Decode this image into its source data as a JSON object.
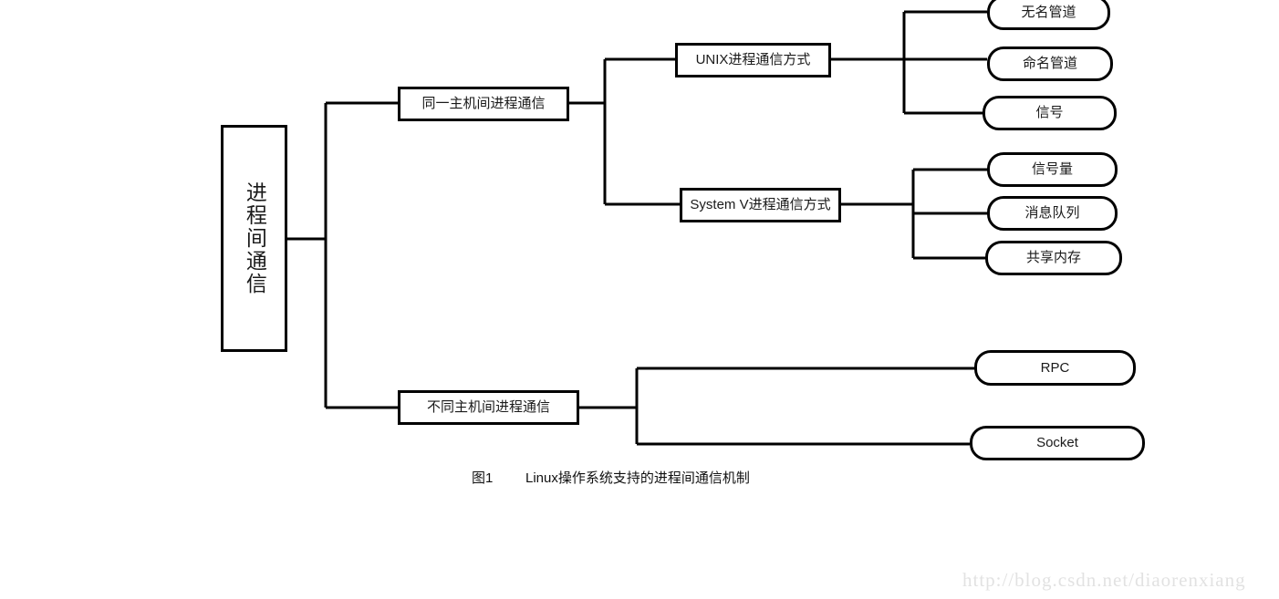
{
  "figure": {
    "caption_label": "图1",
    "caption_text": "Linux操作系统支持的进程间通信机制",
    "watermark": "http://blog.csdn.net/diaorenxiang",
    "line_color": "#000000",
    "text_color": "#1a1a1a",
    "background": "#ffffff",
    "watermark_color": "#e2e2e2"
  },
  "tree": {
    "root": {
      "label": "进程间通信",
      "shape": "rect-vertical-text"
    },
    "level2": [
      {
        "label": "同一主机间进程通信",
        "shape": "rect"
      },
      {
        "label": "不同主机间进程通信",
        "shape": "rect"
      }
    ],
    "level3": [
      {
        "label": "UNIX进程通信方式",
        "shape": "rect"
      },
      {
        "label": "System V进程通信方式",
        "shape": "rect"
      }
    ],
    "unix_leaves": [
      {
        "label": "无名管道",
        "shape": "rounded"
      },
      {
        "label": "命名管道",
        "shape": "rounded"
      },
      {
        "label": "信号",
        "shape": "rounded"
      }
    ],
    "systemv_leaves": [
      {
        "label": "信号量",
        "shape": "rounded"
      },
      {
        "label": "消息队列",
        "shape": "rounded"
      },
      {
        "label": "共享内存",
        "shape": "rounded"
      }
    ],
    "remote_leaves": [
      {
        "label": "RPC",
        "shape": "rounded"
      },
      {
        "label": "Socket",
        "shape": "rounded"
      }
    ]
  }
}
